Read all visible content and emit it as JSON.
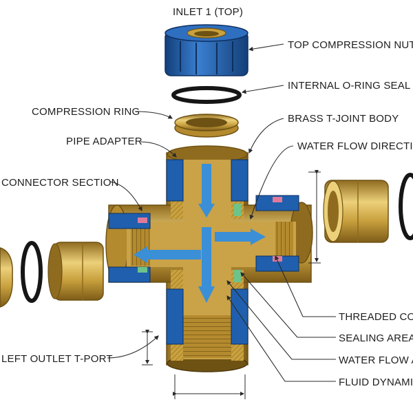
{
  "labels": {
    "inlet_top": "INLET 1 (TOP)",
    "top_compression_nut": "TOP COMPRESSION NUT",
    "internal_oring_seal": "INTERNAL O-RING SEAL",
    "compression_ring": "COMPRESSION RING",
    "brass_tjoint_body": "BRASS T-JOINT BODY",
    "pipe_adapter": "PIPE ADAPTER",
    "water_flow_direction": "WATER FLOW DIRECTION",
    "connector_section": "CONNECTOR SECTION",
    "threaded_con": "THREADED CON",
    "sealing_areas": "SEALING AREAS",
    "left_outlet_tport": "LEFT OUTLET T-PORT",
    "water_flow_a": "WATER FLOW A",
    "fluid_dynamic": "FLUID DYNAMIC"
  },
  "colors": {
    "brass": "#c9a13e",
    "brass_dark": "#8f6b1f",
    "brass_light": "#ecd07a",
    "nut_blue": "#1f5fae",
    "flow_blue": "#3b8fd6",
    "oring_black": "#161616",
    "seal_pink": "#e07a9a",
    "seal_green": "#6cc48a"
  }
}
